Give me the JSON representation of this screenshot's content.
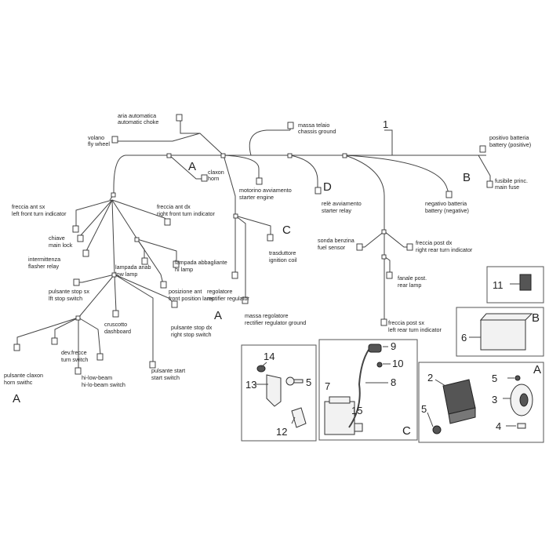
{
  "harness": {
    "callout": "1",
    "labels": {
      "aria_it": "aria automatica",
      "aria_en": "automatic choke",
      "volano_it": "volano",
      "volano_en": "fly wheel",
      "massa_telaio_it": "massa telaio",
      "massa_telaio_en": "chassis ground",
      "pos_batt_it": "positivo batteria",
      "pos_batt_en": "battery (positive)",
      "claxon_it": "claxon",
      "claxon_en": "horn",
      "fusibile_it": "fusibile princ.",
      "fusibile_en": "main fuse",
      "neg_batt_it": "negativo batteria",
      "neg_batt_en": "battery (negative)",
      "motorino_it": "motorino avviamento",
      "motorino_en": "starter engine",
      "rele_it": "relè avviamento",
      "rele_en": "starter relay",
      "freccia_sx_it": "freccia ant sx",
      "freccia_sx_en": "left front turn indicator",
      "freccia_dx_it": "freccia ant dx",
      "freccia_dx_en": "right front turn indicator",
      "chiave_it": "chiave",
      "chiave_en": "main lock",
      "intermittenza_it": "intermittenza",
      "intermittenza_en": "flasher relay",
      "abbagliante_it": "lampada abbagliante",
      "abbagliante_en": "hi lamp",
      "anab_it": "lampada anab",
      "anab_en": "low lamp",
      "trasduttore_it": "trasduttore",
      "trasduttore_en": "ignition coil",
      "sonda_it": "sonda benzina",
      "sonda_en": "fuel sensor",
      "freccia_post_dx_it": "freccia post dx",
      "freccia_post_dx_en": "right rear turn indicator",
      "stop_sx_it": "pulsante stop sx",
      "stop_sx_en": "lft stop switch",
      "posizione_it": "posizione ant",
      "posizione_en": "front position lamp",
      "fanale_it": "fanale post.",
      "fanale_en": "rear lamp",
      "regolatore_it": "regolatore",
      "regolatore_en": "rectifier regulator",
      "cruscotto_it": "cruscotto",
      "cruscotto_en": "dashboard",
      "stop_dx_it": "pulsante stop dx",
      "stop_dx_en": "right stop switch",
      "massa_reg_it": "massa regolatore",
      "massa_reg_en": "rectifier regulator ground",
      "freccia_post_sx_it": "freccia post sx",
      "freccia_post_sx_en": "left rear turn indicator",
      "dev_frecce_it": "dev.frecce",
      "dev_frecce_en": "turn switch",
      "claxon_sw_it": "pulsante claxon",
      "claxon_sw_en": "horn swithc",
      "hilo_it": "hi-low-beam",
      "hilo_en": "hi-lo-beam switch",
      "start_it": "pulsante start",
      "start_en": "start switch"
    },
    "letters": {
      "a_top": "A",
      "b_top": "B",
      "c_mid": "C",
      "d_mid": "D",
      "a_left": "A",
      "a_bottom": "A"
    }
  },
  "panels": {
    "bracket": {
      "n12": "12",
      "n13": "13",
      "n14": "14",
      "n5": "5"
    },
    "coil": {
      "n7": "7",
      "n8": "8",
      "n9": "9",
      "n10": "10",
      "n15": "15",
      "letter": "C"
    },
    "relay": {
      "n11": "11"
    },
    "battery": {
      "n6": "6",
      "letter": "B"
    },
    "regulator": {
      "n2": "2",
      "n3": "3",
      "n4": "4",
      "n5a": "5",
      "n5b": "5",
      "letter": "A"
    }
  }
}
